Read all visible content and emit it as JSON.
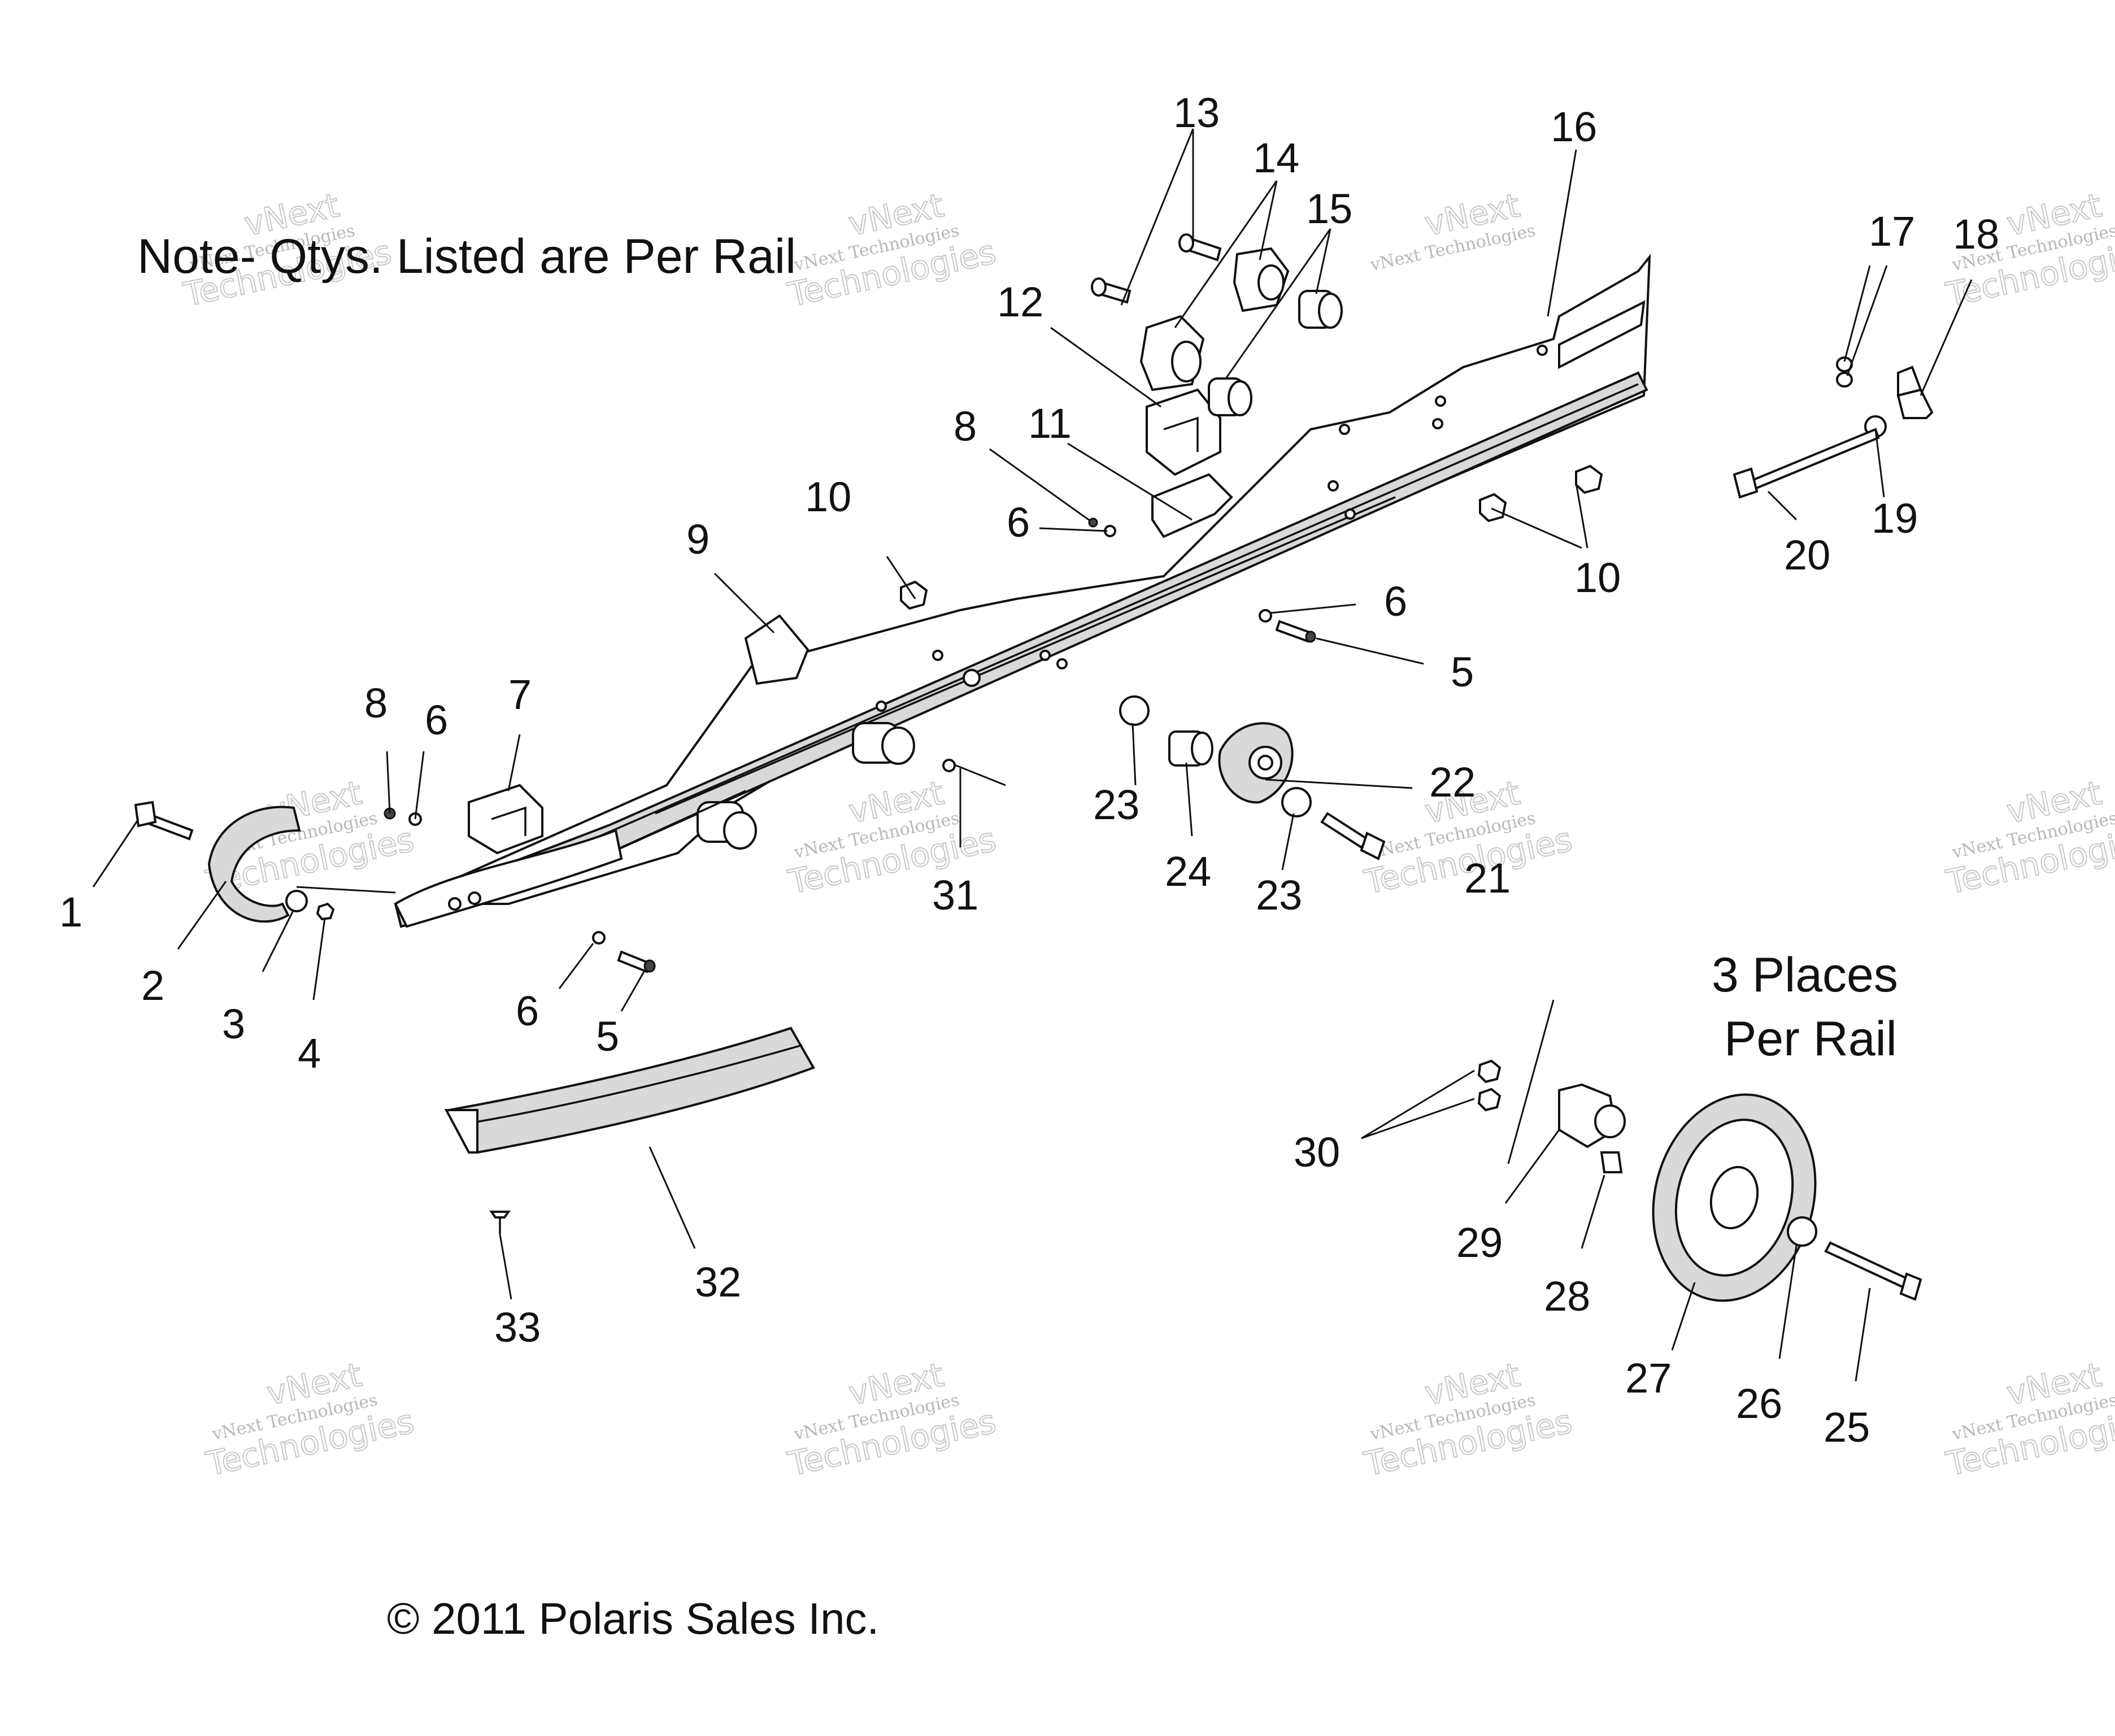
{
  "note": "Note- Qtys. Listed are Per Rail",
  "places_note": [
    "3 Places",
    "Per Rail"
  ],
  "copyright": "© 2011 Polaris Sales Inc.",
  "watermark": [
    "vNext Technologies",
    "vNext",
    "Technologies"
  ],
  "callouts": [
    "13",
    "14",
    "15",
    "16",
    "17",
    "18",
    "12",
    "11",
    "8",
    "10",
    "6",
    "9",
    "10",
    "20",
    "19",
    "6",
    "5",
    "8",
    "6",
    "7",
    "23",
    "22",
    "1",
    "2",
    "3",
    "4",
    "24",
    "23",
    "21",
    "31",
    "6",
    "5",
    "30",
    "29",
    "28",
    "27",
    "26",
    "25",
    "32",
    "33"
  ]
}
